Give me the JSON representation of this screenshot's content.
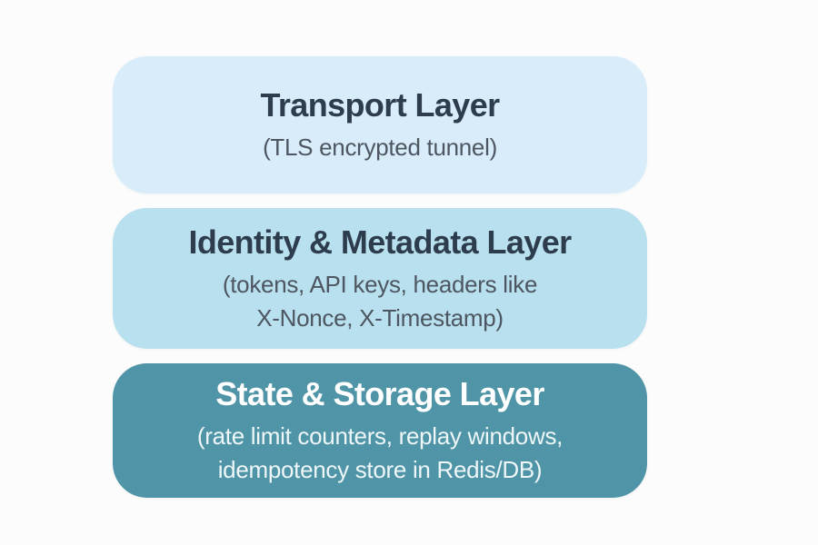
{
  "diagram": {
    "background_color": "#fcfcfc",
    "layers": [
      {
        "id": "transport",
        "title": "Transport Layer",
        "subtitle_lines": [
          "(TLS encrypted tunnel)"
        ],
        "fill_color": "#d8edf9",
        "title_color": "#2e3d4e",
        "subtitle_color": "#4d5661"
      },
      {
        "id": "identity-metadata",
        "title": "Identity & Metadata Layer",
        "subtitle_lines": [
          "(tokens, API keys, headers like",
          "X-Nonce, X-Timestamp)"
        ],
        "fill_color": "#b9e0ee",
        "title_color": "#2e3d4e",
        "subtitle_color": "#4d5661"
      },
      {
        "id": "state-storage",
        "title": "State & Storage Layer",
        "subtitle_lines": [
          "(rate limit counters, replay windows,",
          "idempotency store in Redis/DB)"
        ],
        "fill_color": "#4f95a7",
        "title_color": "#ffffff",
        "subtitle_color": "#eef6f8"
      }
    ]
  }
}
